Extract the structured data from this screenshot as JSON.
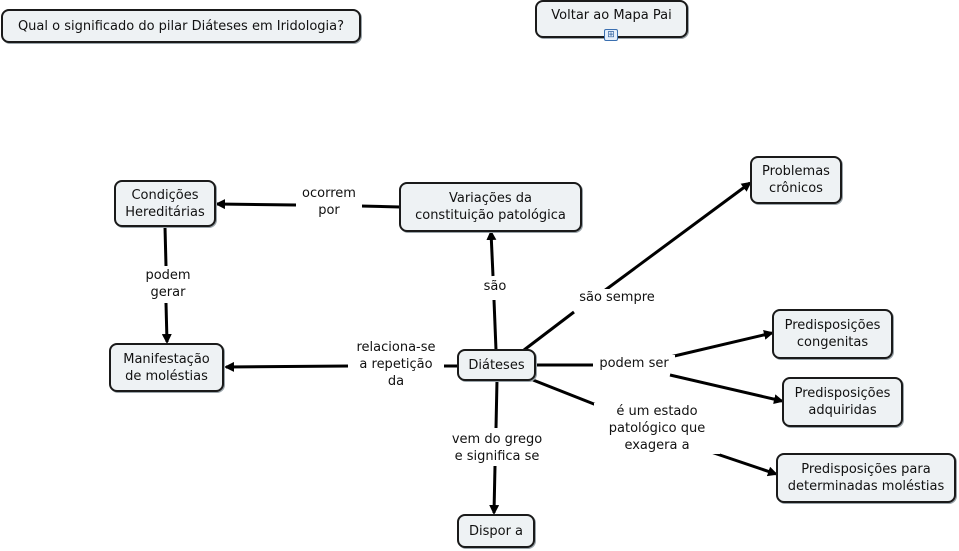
{
  "nodes": {
    "question": "Qual o significado do pilar Diáteses em Iridologia?",
    "parent_map": "Voltar ao Mapa Pai",
    "hereditary": "Condições\nHereditárias",
    "variations": "Variações da\nconstituição patológica",
    "chronic": "Problemas\ncrônicos",
    "manifestation": "Manifestação\nde moléstias",
    "diatheses": "Diáteses",
    "congenital": "Predisposições\ncongenitas",
    "acquired": "Predisposições\nadquiridas",
    "determined": "Predisposições para\ndeterminadas moléstias",
    "dispose": "Dispor a"
  },
  "labels": {
    "occur": "ocorrem\npor",
    "can_generate": "podem\ngerar",
    "are": "são",
    "always_are": "são sempre",
    "relates": "relaciona-se\na repetição\nda",
    "can_be": "podem ser",
    "state": "é um estado\npatológico que\nexagera a",
    "greek": "vem do grego\ne significa se"
  },
  "icons": {
    "parent_map_link": "concept-map-link-icon"
  }
}
